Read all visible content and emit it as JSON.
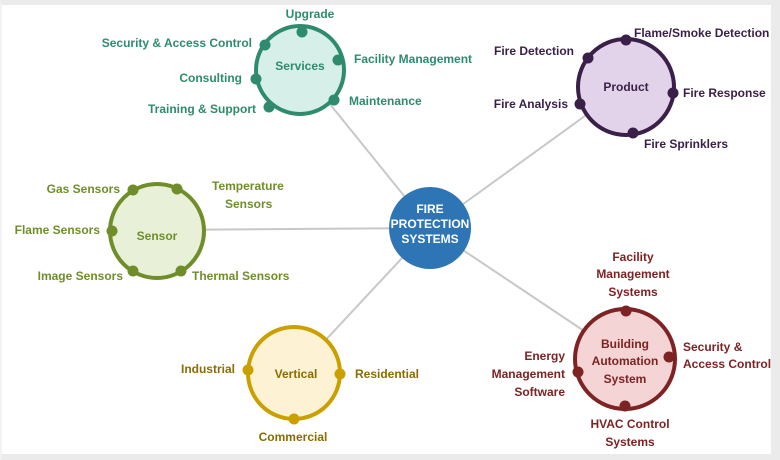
{
  "center": {
    "lines": [
      "FIRE",
      "PROTECTION",
      "SYSTEMS"
    ],
    "color": "#2e75b6"
  },
  "services": {
    "title": "Services",
    "color": "#2e8b6e",
    "fill": "#d6efe8",
    "items": [
      "Upgrade",
      "Security & Access Control",
      "Consulting",
      "Training & Support",
      "Facility Management",
      "Maintenance"
    ]
  },
  "product": {
    "title": "Product",
    "color": "#3a1f48",
    "fill": "#e3d3ea",
    "items": [
      "Flame/Smoke Detection",
      "Fire Detection",
      "Fire Analysis",
      "Fire Response",
      "Fire Sprinklers"
    ]
  },
  "sensor": {
    "title": "Sensor",
    "color": "#6f8e2a",
    "fill": "#e9f0d8",
    "items": [
      "Gas Sensors",
      "Temperature",
      "Sensors",
      "Flame Sensors",
      "Image Sensors",
      "Thermal Sensors"
    ]
  },
  "vertical": {
    "title": "Vertical",
    "color": "#c9a000",
    "fill": "#fdf3d4",
    "items": [
      "Industrial",
      "Residential",
      "Commercial"
    ]
  },
  "building": {
    "title": [
      "Building",
      "Automation",
      "System"
    ],
    "color": "#7e2323",
    "fill": "#f4d4d4",
    "items": {
      "facility": [
        "Facility",
        "Management",
        "Systems"
      ],
      "security": [
        "Security &",
        "Access Control"
      ],
      "energy": [
        "Energy",
        "Management",
        "Software"
      ],
      "hvac": [
        "HVAC Control",
        "Systems"
      ]
    }
  }
}
